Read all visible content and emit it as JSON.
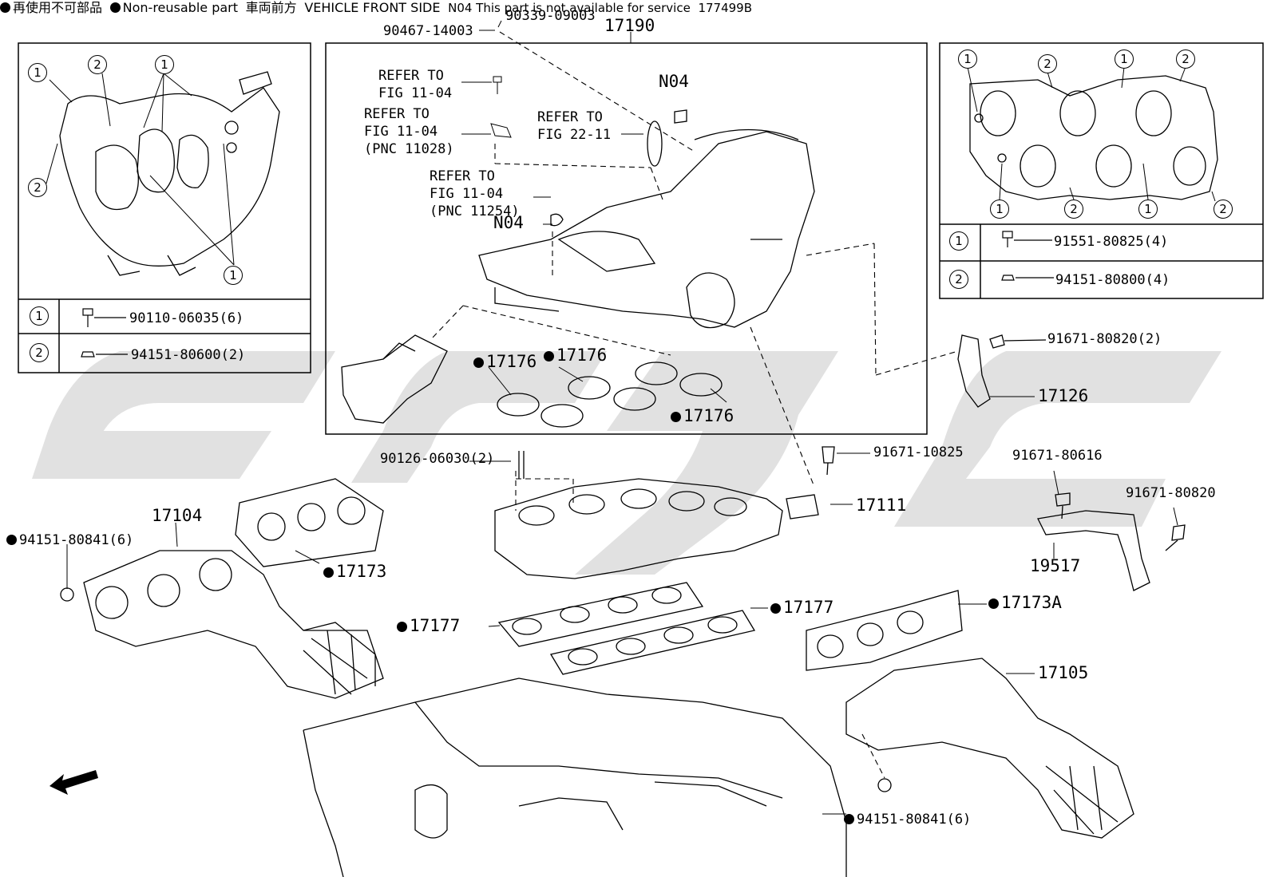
{
  "diagram_code": "177499B",
  "notes": {
    "nonreusable_jp": "再使用不可部品",
    "nonreusable_en": "Non-reusable part",
    "n04": "N04 This part is not available for service",
    "front_jp": "車両前方",
    "front_en": "VEHICLE FRONT SIDE"
  },
  "left_inset": {
    "callout_1": "1",
    "callout_2": "2",
    "legend": [
      {
        "key": "1",
        "part": "90110-06035(6)"
      },
      {
        "key": "2",
        "part": "94151-80600(2)"
      }
    ]
  },
  "right_inset": {
    "callout_1": "1",
    "callout_2": "2",
    "legend": [
      {
        "key": "1",
        "part": "91551-80825(4)"
      },
      {
        "key": "2",
        "part": "94151-80800(4)"
      }
    ]
  },
  "refs": {
    "ref_a": "REFER TO\nFIG 11-04",
    "ref_b": "REFER TO\nFIG 11-04\n(PNC 11028)",
    "ref_c": "REFER TO\nFIG 22-11",
    "ref_d": "REFER TO\nFIG 11-04\n(PNC 11254)"
  },
  "labels": {
    "p90339": "90339-09003",
    "p90467": "90467-14003",
    "p17190": "17190",
    "n04_top": "N04",
    "n04_mid": "N04",
    "p17176_a": "17176",
    "p17176_b": "17176",
    "p17176_c": "17176",
    "p90126": "90126-06030(2)",
    "p91671_10825": "91671-10825",
    "p17111": "17111",
    "p91671_80820_2": "91671-80820(2)",
    "p17126": "17126",
    "p91671_80616": "91671-80616",
    "p91671_80820": "91671-80820",
    "p19517": "19517",
    "p17104": "17104",
    "p94151_80841_l": "94151-80841(6)",
    "p17173": "17173",
    "p17177_l": "17177",
    "p17177_r": "17177",
    "p17173A": "17173A",
    "p17105": "17105",
    "p94151_80841_r": "94151-80841(6)"
  }
}
